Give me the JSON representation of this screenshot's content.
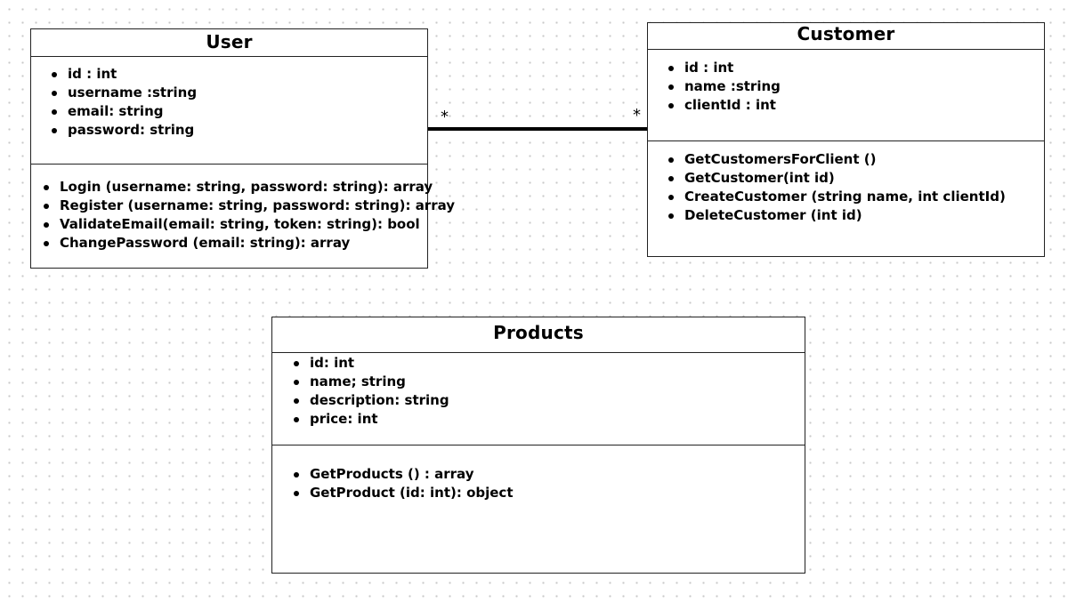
{
  "classes": {
    "user": {
      "title": "User",
      "attributes": [
        "id : int",
        "username :string",
        "email: string",
        "password: string"
      ],
      "methods": [
        "Login (username: string, password: string): array",
        "Register (username: string, password: string): array",
        "ValidateEmail(email: string, token: string): bool",
        "ChangePassword (email: string): array"
      ]
    },
    "customer": {
      "title": "Customer",
      "attributes": [
        "id : int",
        "name :string",
        "clientId : int"
      ],
      "methods": [
        "GetCustomersForClient ()",
        "GetCustomer(int id)",
        "CreateCustomer (string name, int clientId)",
        "DeleteCustomer (int id)"
      ]
    },
    "products": {
      "title": "Products",
      "attributes": [
        "id: int",
        "name; string",
        "description: string",
        "price: int"
      ],
      "methods": [
        "GetProducts () : array",
        "GetProduct (id: int): object"
      ]
    }
  },
  "association": {
    "source_multiplicity": "*",
    "target_multiplicity": "*"
  }
}
